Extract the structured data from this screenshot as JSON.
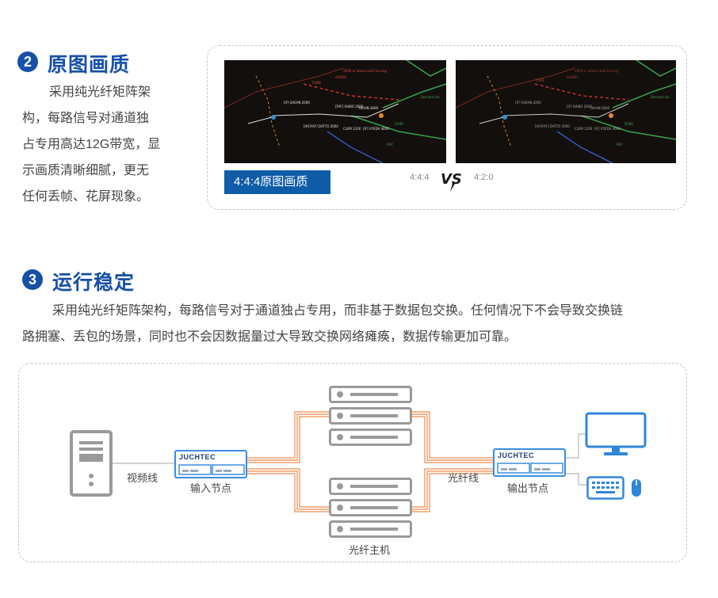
{
  "section2": {
    "number": "2",
    "title": "原图画质",
    "body_lines": [
      "采用纯光纤矩阵架",
      "构，每路信号对通道独",
      "占专用高达12G带宽，显",
      "示画质清晰细腻，更无",
      "任何丢帧、花屏现象。"
    ],
    "label_left": "4:4:4原图画质",
    "vs_left": "4:4:4",
    "vs_mark": "VS",
    "vs_right": "4:2:0"
  },
  "section3": {
    "number": "3",
    "title": "运行稳定",
    "body_line1": "采用纯光纤矩阵架构，每路信号对于通道独占专用，而非基于数据包交换。任何情况下不会导致交换链",
    "body_line2": "路拥塞、丢包的场景，同时也不会因数据量过大导致交换网络瘫痪，数据传输更加可靠。"
  },
  "diagram": {
    "video_line_label": "视频线",
    "input_node_label": "输入节点",
    "output_node_label": "输出节点",
    "fiber_line_label": "光纤线",
    "host_label": "光纤主机",
    "brand": "JUCHTEC"
  },
  "colors": {
    "accent_blue": "#1650a8",
    "fiber_orange": "#f08a4b",
    "node_blue": "#3a8de0"
  }
}
